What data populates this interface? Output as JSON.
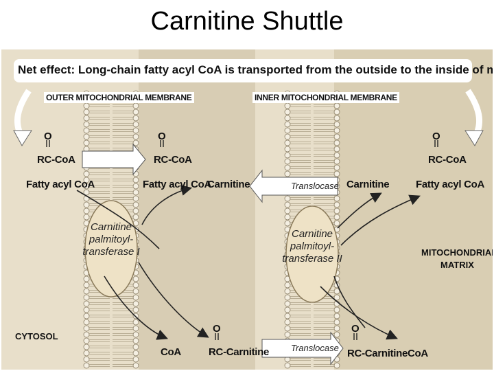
{
  "slide": {
    "title": "Carnitine Shuttle"
  },
  "banner": {
    "text": "Net effect: Long-chain fatty acyl CoA is transported from the outside to the inside of mitochondria"
  },
  "membranes": {
    "outer": "OUTER MITOCHONDRIAL MEMBRANE",
    "inner": "INNER MITOCHONDRIAL MEMBRANE"
  },
  "molecules": {
    "o_left": "O",
    "rcoa_left": "RC-CoA",
    "fatty_acyl_left": "Fatty acyl CoA",
    "o_mid": "O",
    "rcoa_mid": "RC-CoA",
    "fatty_acyl_mid": "Fatty acyl CoA",
    "carnitine_mid": "Carnitine",
    "carnitine_right": "Carnitine",
    "o_right": "O",
    "rcoa_right": "RC-CoA",
    "fatty_acyl_right": "Fatty acyl CoA",
    "coa_bottom_left": "CoA",
    "o_bl": "O",
    "rc_carnitine_bottom_left": "RC-Carnitine",
    "o_br": "O",
    "rc_carnitine_bottom_right": "RC-Carnitine",
    "coa_bottom_right": "CoA"
  },
  "enzymes": {
    "cpt1": [
      "Carnitine",
      "palmitoyl-",
      "transferase I"
    ],
    "cpt2": [
      "Carnitine",
      "palmitoyl-",
      "transferase II"
    ]
  },
  "translocase": {
    "top": "Translocase",
    "bottom": "Translocase"
  },
  "regions": {
    "cytosol": "CYTOSOL",
    "matrix_line1": "MITOCHONDRIAL",
    "matrix_line2": "MATRIX"
  }
}
